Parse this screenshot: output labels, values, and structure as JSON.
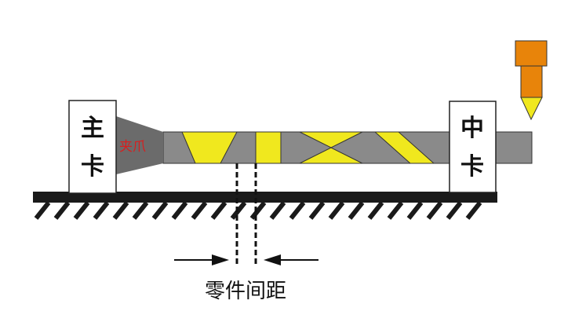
{
  "labels": {
    "main_chuck_top": "主",
    "main_chuck_bottom": "卡",
    "center_chuck_top": "中",
    "center_chuck_bottom": "卡",
    "jaw": "夹爪",
    "part_gap": "零件间距"
  },
  "colors": {
    "rod": "#8a8a8a",
    "part": "#f0e81e",
    "jaw": "#6b6b6b",
    "jaw_text": "#d81e1e",
    "ground": "#1a1a1a",
    "tool_body": "#e8840a",
    "tool_tip": "#f0e81e",
    "chuck_box": "#ffffff"
  }
}
